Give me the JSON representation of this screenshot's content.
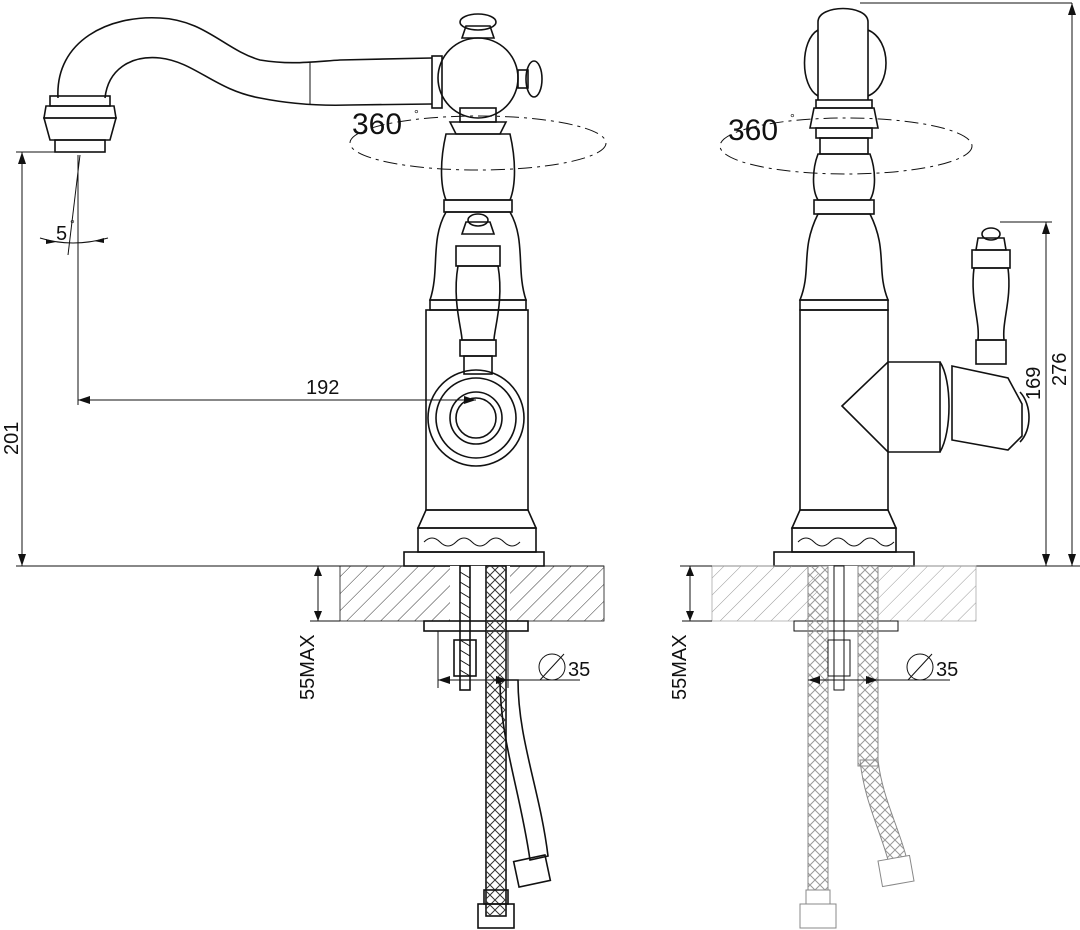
{
  "views": {
    "front": {
      "rotation": "360",
      "angle": "5",
      "reach": "192",
      "height": "201",
      "deck_max": "55MAX",
      "hole_diameter": "35",
      "diameter_symbol": "⌀"
    },
    "side": {
      "rotation": "360",
      "total_height": "276",
      "handle_height": "169",
      "deck_max": "55MAX",
      "hole_diameter": "35",
      "diameter_symbol": "⌀"
    }
  },
  "colors": {
    "line": "#111111",
    "background": "#ffffff",
    "hose_light": "#999999"
  }
}
